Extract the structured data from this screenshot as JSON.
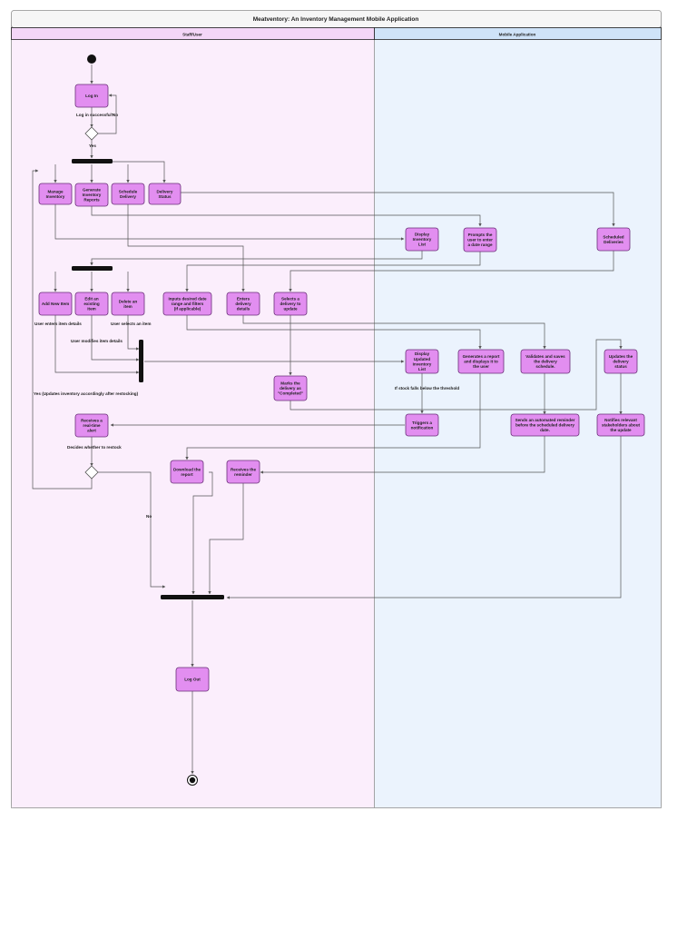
{
  "title": "Meatventory: An Inventory Management Mobile Application",
  "lanes": [
    {
      "id": "staff",
      "label": "Staff/User",
      "fill": "#fbeefc"
    },
    {
      "id": "app",
      "label": "Mobile Application",
      "fill": "#ebf3fd"
    }
  ],
  "colors": {
    "activity_fill": "#e28ef0",
    "activity_stroke": "#6a2f78",
    "line": "#555555",
    "bar": "#111111",
    "header_app": "#cfe3f8",
    "header_staff": "#f3d6f7"
  },
  "nodes": {
    "log_in": "Log In",
    "manage_inventory": "Manage Inventory",
    "generate_reports": "Generate Inventory Reports",
    "schedule_delivery": "Schedule Delivery",
    "delivery_status": "Delivery Status",
    "display_inventory_list": "Display Inventory List",
    "prompt_date_range": "Prompts the user to enter a date range",
    "scheduled_deliveries": "Scheduled Deliveries",
    "add_new_item": "Add New Item",
    "edit_existing_item": "Edit an existing item",
    "delete_an_item": "Delete an item",
    "input_date_range": "Inputs desired date range and filters (if applicable)",
    "enter_delivery_details": "Enters delivery details",
    "selects_delivery": "Selects a delivery to update",
    "display_updated_list": "Display Updated Inventory List",
    "generate_report_display": "Generates a report and displays it to the user",
    "validate_save_delivery": "Validates and saves the delivery schedule.",
    "update_delivery_status": "Updates the delivery status",
    "marks_delivery_completed": "Marks the delivery as \"Completed\"",
    "receive_alert": "Receives a real-time alert",
    "triggers_notification": "Triggers a notification",
    "sends_reminder": "Sends an automated reminder before the scheduled delivery date.",
    "notifies_stakeholders": "Notifies relevant stakeholders about the update",
    "download_report": "Download the report",
    "receive_reminder": "Receives the reminder",
    "log_out": "Log Out"
  },
  "edge_labels": {
    "login_question": "Log in successful?",
    "no_login": "No",
    "yes_login": "Yes",
    "user_enters_details": "User enters item details",
    "user_modifies_details": "User modifies item details",
    "user_selects_item": "User selects an item",
    "stock_below_threshold": "If stock falls below the threshold",
    "yes_restock": "Yes (Updates inventory accordingly after restocking)",
    "decides_restock": "Decides whether to restock",
    "no_restock": "No"
  }
}
